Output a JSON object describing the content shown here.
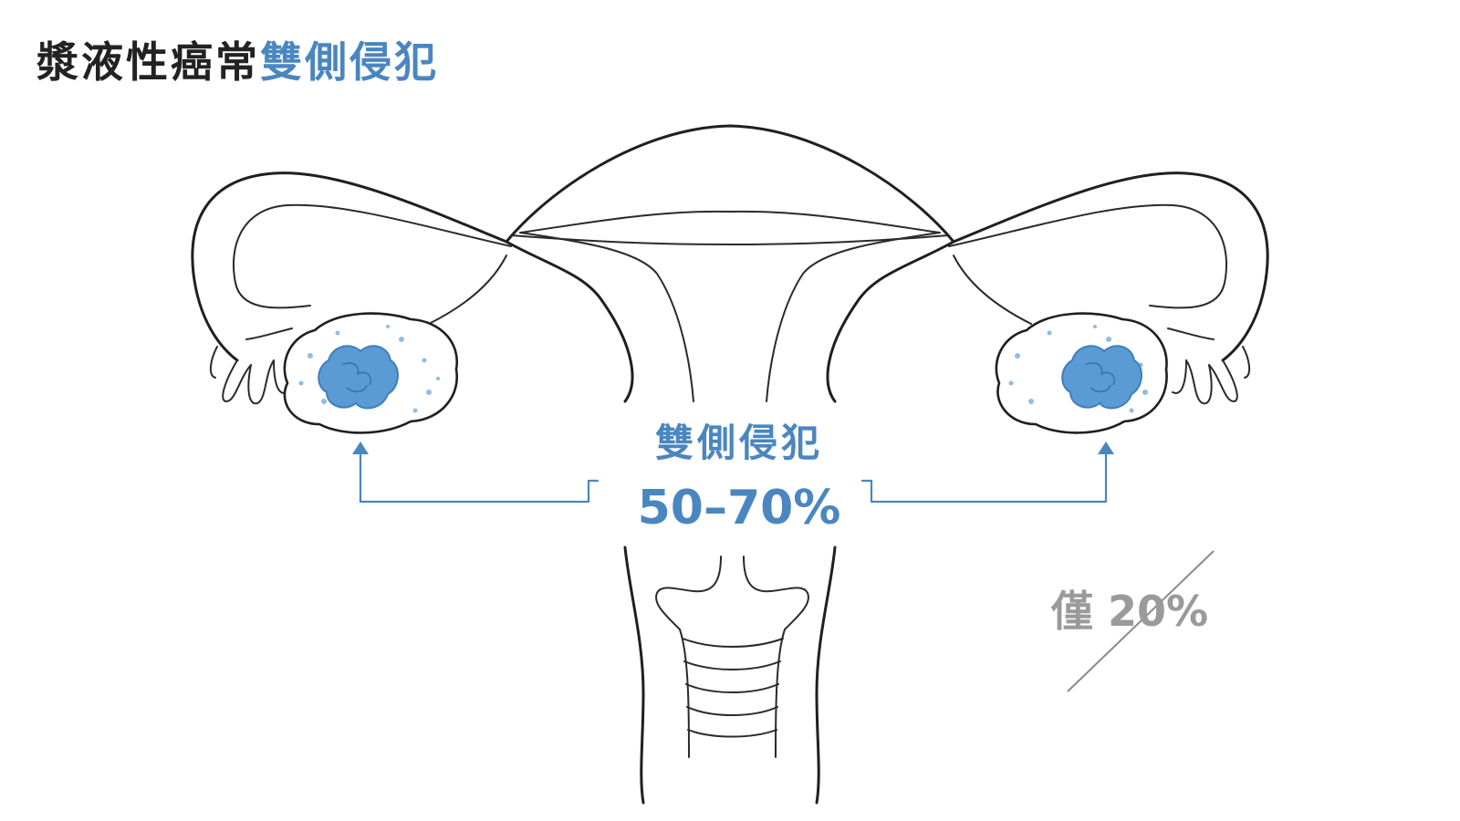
{
  "title": {
    "dark": "漿液性癌常",
    "accent": "雙側侵犯"
  },
  "annotation": {
    "label": "雙側侵犯",
    "percent": "50–70%"
  },
  "old_stat": {
    "text": "僅 20%"
  },
  "colors": {
    "accent": "#4a86c0",
    "tumor": "#5a9bd5",
    "outline": "#1f1f1f",
    "muted": "#9a9a9a"
  }
}
